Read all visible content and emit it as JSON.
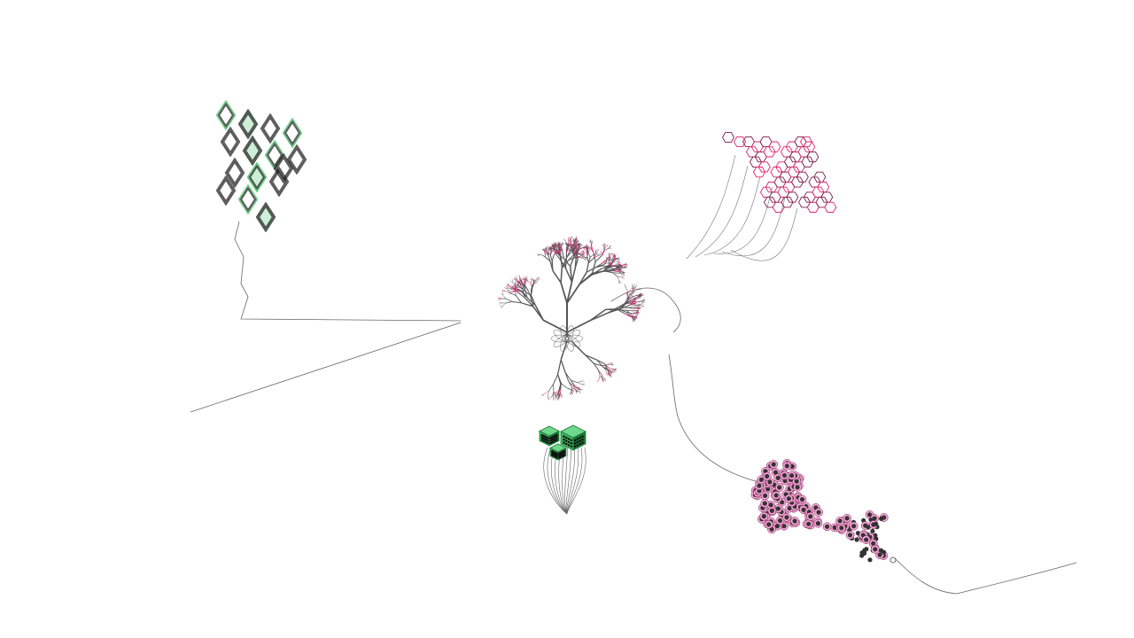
{
  "scene": {
    "background": "#ffffff",
    "colors": {
      "ink": "#222222",
      "thin_line": "#555555",
      "green": "#3dbb5e",
      "green_dark": "#1b7a36",
      "magenta": "#e0246a",
      "pink_fill": "#f3a6d6",
      "purple": "#7a1a4a",
      "dot": "#333333"
    },
    "motifs": [
      {
        "name": "rhombus-lattice",
        "color": "green"
      },
      {
        "name": "hexagon-mesh",
        "color": "magenta"
      },
      {
        "name": "branching-tree",
        "color": "magenta"
      },
      {
        "name": "green-cubes-with-strands",
        "color": "green"
      },
      {
        "name": "pink-dot-cluster",
        "color": "pink"
      }
    ]
  }
}
